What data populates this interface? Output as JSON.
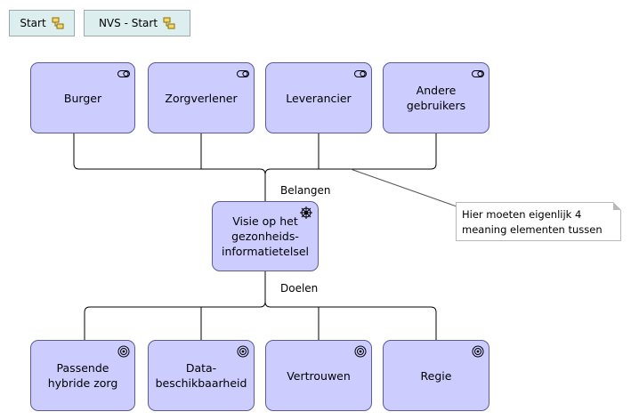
{
  "nav": {
    "start_label": "Start",
    "nvs_start_label": "NVS - Start"
  },
  "stakeholders": [
    {
      "label": "Burger",
      "icon": "toggle-icon"
    },
    {
      "label": "Zorgverlener",
      "icon": "toggle-icon"
    },
    {
      "label": "Leverancier",
      "icon": "toggle-icon"
    },
    {
      "label": "Andere gebruikers",
      "icon": "toggle-icon"
    }
  ],
  "vision": {
    "label": "Visie op het gezonheids-informatietelsel",
    "icon": "wheel-icon"
  },
  "goals": [
    {
      "label": "Passende hybride zorg",
      "icon": "target-icon"
    },
    {
      "label": "Data-beschikbaarheid",
      "icon": "target-icon"
    },
    {
      "label": "Vertrouwen",
      "icon": "target-icon"
    },
    {
      "label": "Regie",
      "icon": "target-icon"
    }
  ],
  "edge_labels": {
    "belangen": "Belangen",
    "doelen": "Doelen"
  },
  "note": {
    "text": "Hier moeten eigenlijk 4 meaning elementen tussen"
  },
  "colors": {
    "node_fill": "#ccccff",
    "node_border": "#5b5b8f",
    "nav_fill": "#dceeee"
  }
}
